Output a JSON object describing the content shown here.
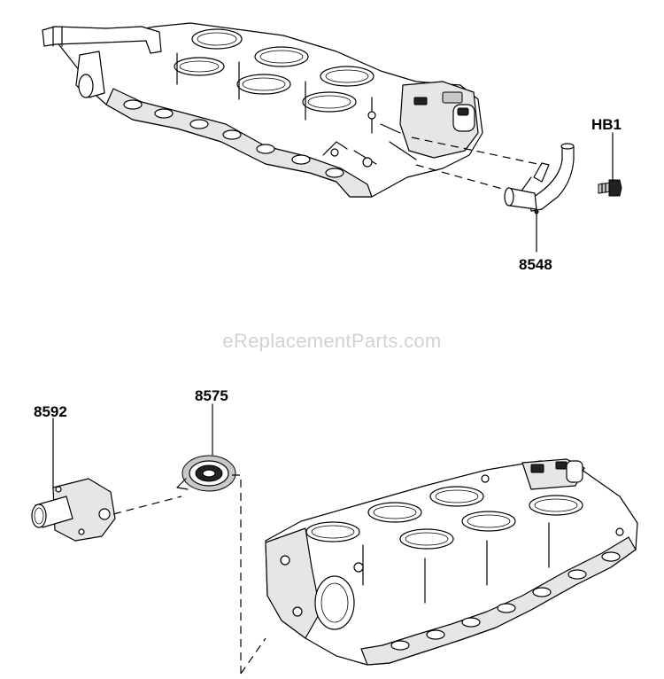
{
  "callouts": {
    "hb1": "HB1",
    "p8548": "8548",
    "p8592": "8592",
    "p8575": "8575"
  },
  "watermark": "eReplacementParts.com",
  "colors": {
    "line": "#000000",
    "watermark": "#d2d2d2",
    "background": "#ffffff"
  }
}
